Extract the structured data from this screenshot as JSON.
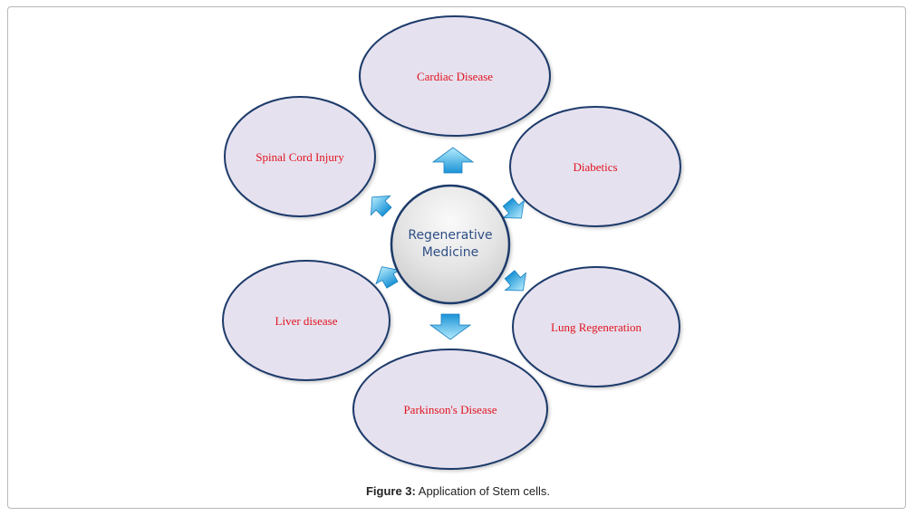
{
  "center": {
    "lines": [
      "Regenerative",
      "Medicine"
    ]
  },
  "nodes": [
    {
      "id": "cardiac",
      "label": "Cardiac Disease"
    },
    {
      "id": "diabetics",
      "label": "Diabetics"
    },
    {
      "id": "lung",
      "label": "Lung Regeneration"
    },
    {
      "id": "parkinsons",
      "label": "Parkinson's Disease"
    },
    {
      "id": "liver",
      "label": "Liver disease"
    },
    {
      "id": "spinal",
      "label": "Spinal Cord Injury"
    }
  ],
  "caption": {
    "label": "Figure 3:",
    "text": " Application of Stem cells."
  },
  "colors": {
    "node_fill": "#e6e1ef",
    "node_stroke": "#1f3a6b",
    "node_text": "#e0141e",
    "center_stroke": "#1f3a6b",
    "center_text": "#2f4f86",
    "arrow_light": "#a8e6fb",
    "arrow_dark": "#1a93d6"
  }
}
